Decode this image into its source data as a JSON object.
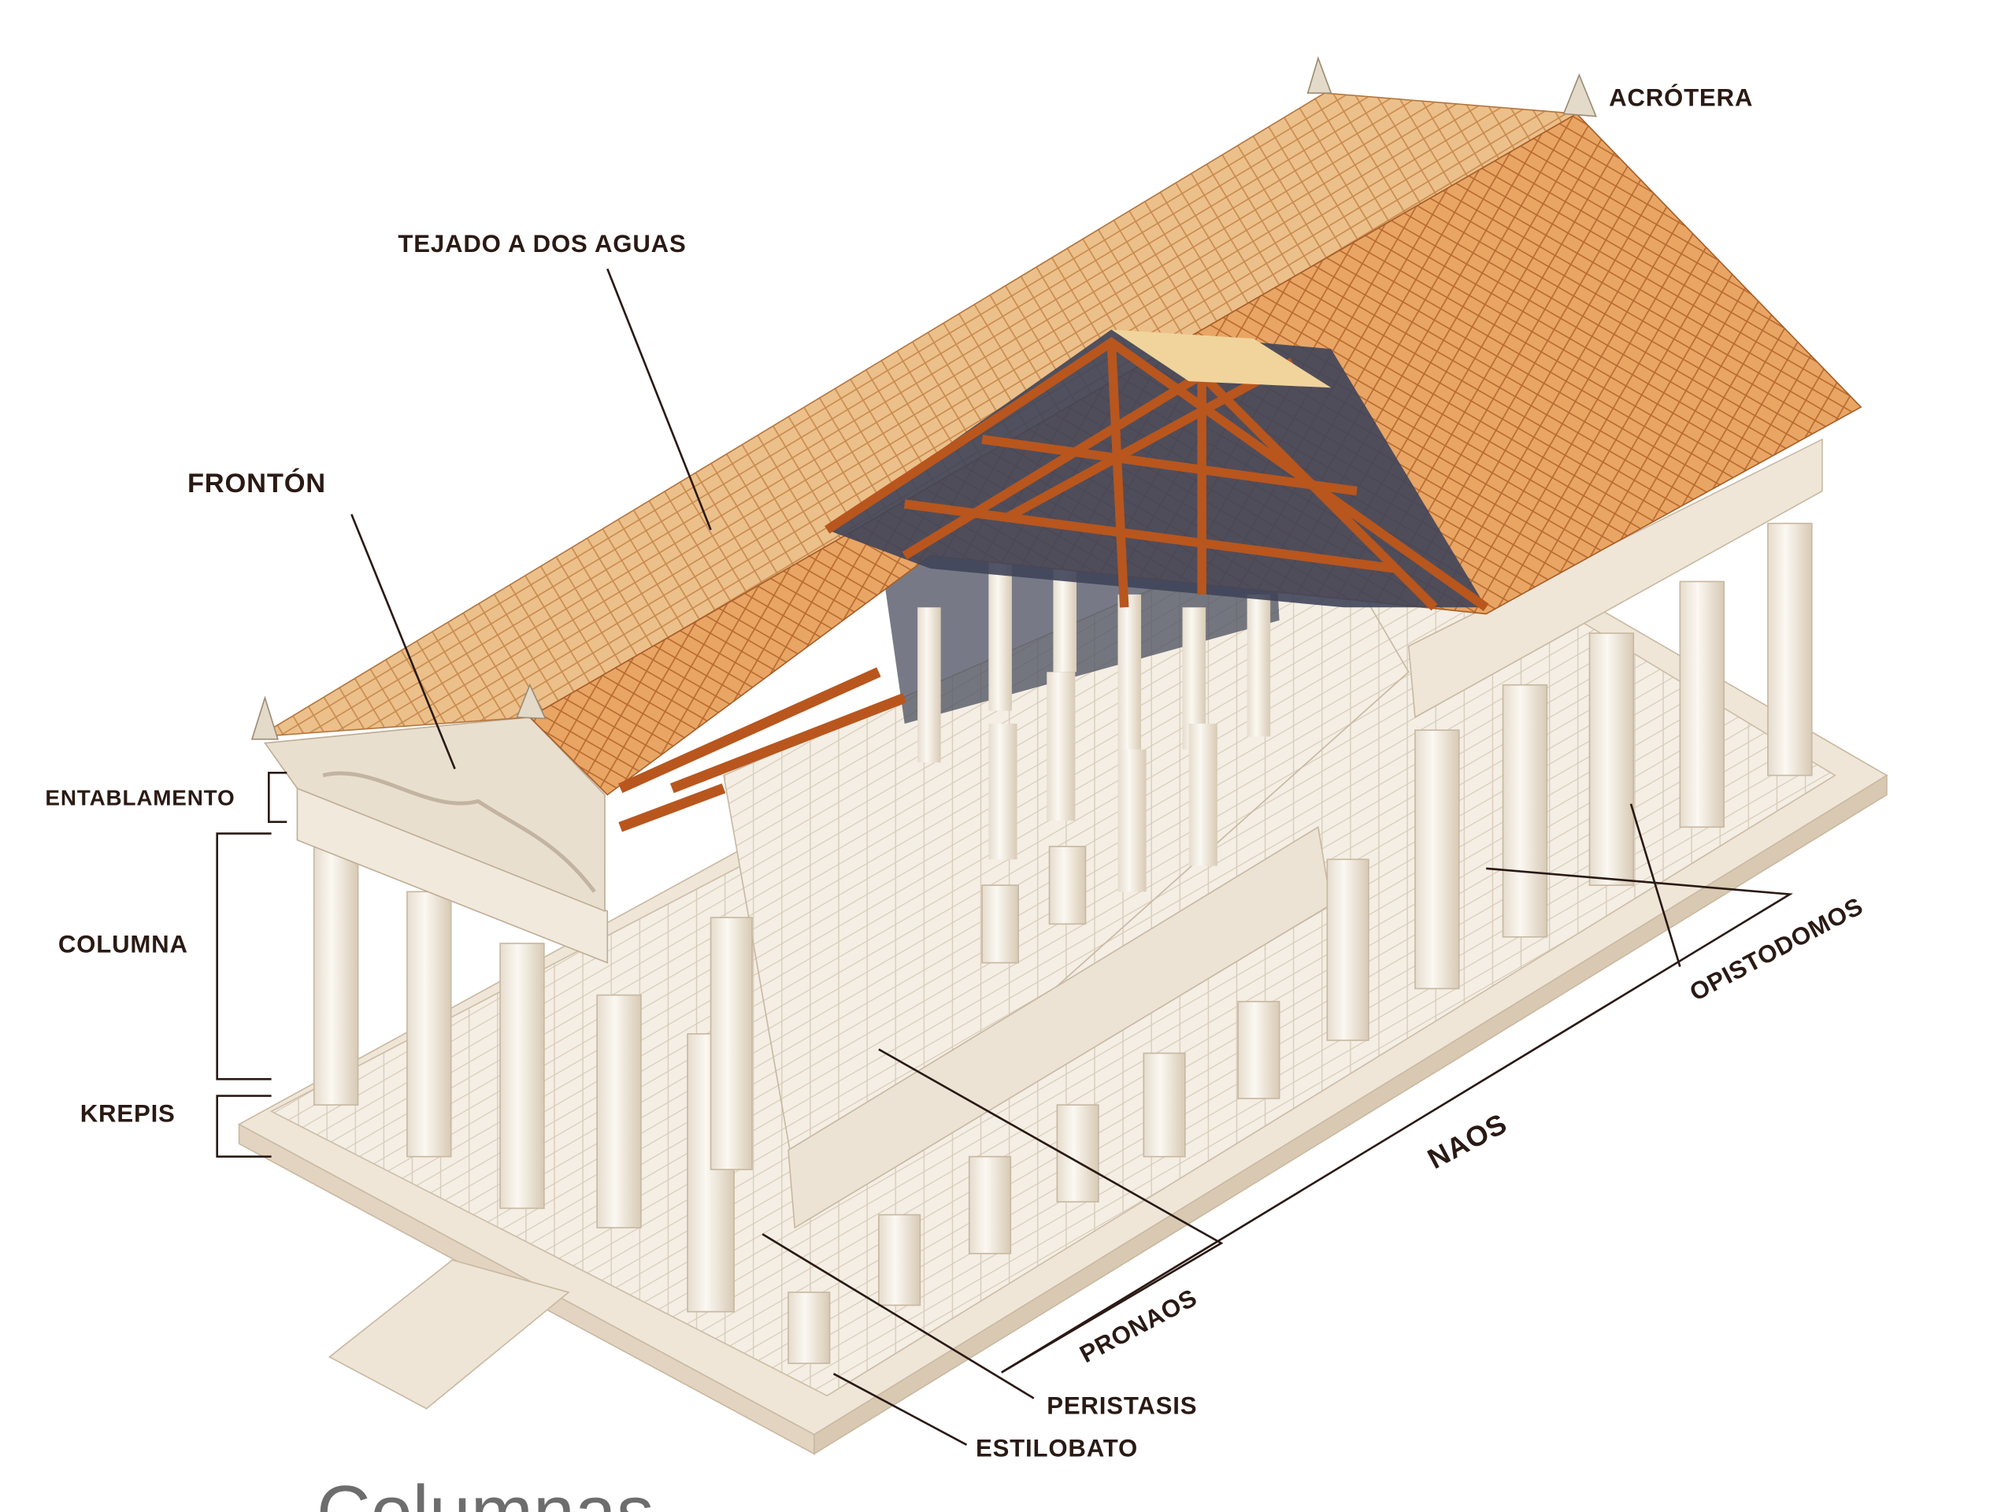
{
  "labels": {
    "acrotera": "ACRÓTERA",
    "tejado": "TEJADO A DOS AGUAS",
    "fronton": "FRONTÓN",
    "entablamento": "ENTABLAMENTO",
    "columna": "COLUMNA",
    "krepis": "KREPIS",
    "opistodomos": "OPISTODOMOS",
    "naos": "NAOS",
    "pronaos": "PRONAOS",
    "peristasis": "PERISTASIS",
    "estilobato": "ESTILOBATO"
  },
  "caption": "Columnas",
  "colors": {
    "roof": "#e8b478",
    "roof_dark": "#d98a45",
    "timber": "#b8561e",
    "stone": "#f3ece0",
    "stone_shade": "#e3d6c4",
    "label": "#2a1a14"
  }
}
